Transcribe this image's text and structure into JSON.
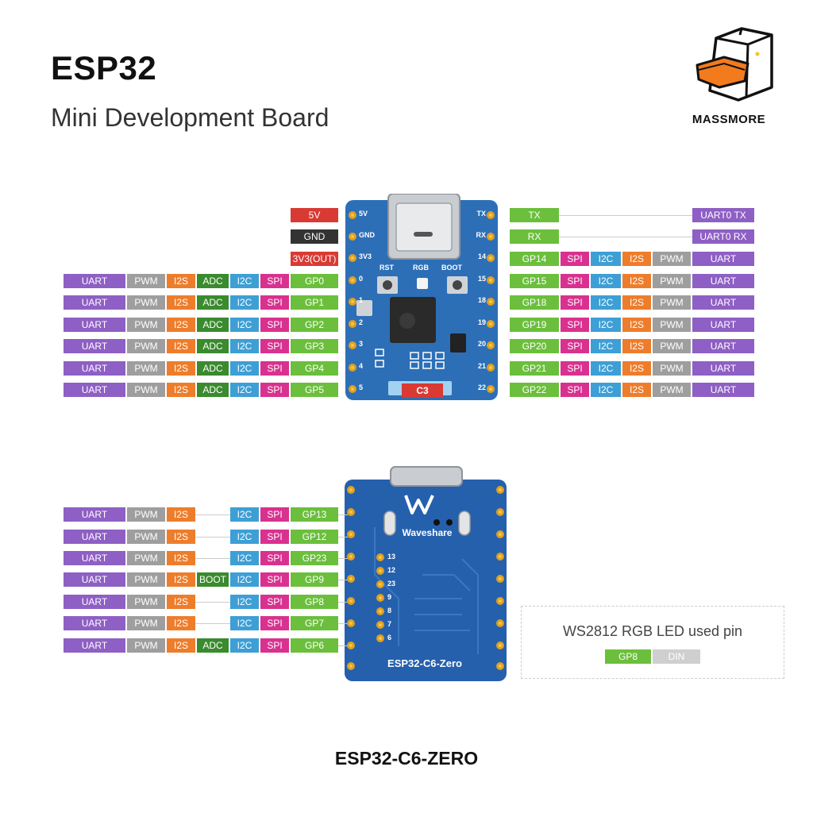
{
  "header": {
    "title": "ESP32",
    "subtitle": "Mini Development Board"
  },
  "logo": {
    "text": "MASSMORE"
  },
  "footer": {
    "text": "ESP32-C6-ZERO"
  },
  "top_board": {
    "power_left": [
      {
        "label": "5V",
        "color": "#d93a33"
      },
      {
        "label": "GND",
        "color": "#333333"
      },
      {
        "label": "3V3(OUT)",
        "color": "#d93a33"
      }
    ],
    "left_rows": [
      [
        "UART",
        "PWM",
        "I2S",
        "ADC",
        "I2C",
        "SPI",
        "GP0"
      ],
      [
        "UART",
        "PWM",
        "I2S",
        "ADC",
        "I2C",
        "SPI",
        "GP1"
      ],
      [
        "UART",
        "PWM",
        "I2S",
        "ADC",
        "I2C",
        "SPI",
        "GP2"
      ],
      [
        "UART",
        "PWM",
        "I2S",
        "ADC",
        "I2C",
        "SPI",
        "GP3"
      ],
      [
        "UART",
        "PWM",
        "I2S",
        "ADC",
        "I2C",
        "SPI",
        "GP4"
      ],
      [
        "UART",
        "PWM",
        "I2S",
        "ADC",
        "I2C",
        "SPI",
        "GP5"
      ]
    ],
    "right_uart": [
      {
        "pin": "TX",
        "func": "UART0 TX"
      },
      {
        "pin": "RX",
        "func": "UART0 RX"
      }
    ],
    "right_rows": [
      [
        "GP14",
        "SPI",
        "I2C",
        "I2S",
        "PWM",
        "UART"
      ],
      [
        "GP15",
        "SPI",
        "I2C",
        "I2S",
        "PWM",
        "UART"
      ],
      [
        "GP18",
        "SPI",
        "I2C",
        "I2S",
        "PWM",
        "UART"
      ],
      [
        "GP19",
        "SPI",
        "I2C",
        "I2S",
        "PWM",
        "UART"
      ],
      [
        "GP20",
        "SPI",
        "I2C",
        "I2S",
        "PWM",
        "UART"
      ],
      [
        "GP21",
        "SPI",
        "I2C",
        "I2S",
        "PWM",
        "UART"
      ],
      [
        "GP22",
        "SPI",
        "I2C",
        "I2S",
        "PWM",
        "UART"
      ]
    ],
    "silkscreen_left": [
      "5V",
      "GND",
      "3V3",
      "0",
      "1",
      "2",
      "3",
      "4",
      "5"
    ],
    "silkscreen_right": [
      "TX",
      "RX",
      "14",
      "15",
      "18",
      "19",
      "20",
      "21",
      "22"
    ],
    "buttons": [
      "RST",
      "RGB",
      "BOOT"
    ],
    "chip_label": "C3"
  },
  "bottom_board": {
    "left_rows": [
      [
        "UART",
        "PWM",
        "I2S",
        "",
        "I2C",
        "SPI",
        "GP13"
      ],
      [
        "UART",
        "PWM",
        "I2S",
        "",
        "I2C",
        "SPI",
        "GP12"
      ],
      [
        "UART",
        "PWM",
        "I2S",
        "",
        "I2C",
        "SPI",
        "GP23"
      ],
      [
        "UART",
        "PWM",
        "I2S",
        "BOOT",
        "I2C",
        "SPI",
        "GP9"
      ],
      [
        "UART",
        "PWM",
        "I2S",
        "",
        "I2C",
        "SPI",
        "GP8"
      ],
      [
        "UART",
        "PWM",
        "I2S",
        "",
        "I2C",
        "SPI",
        "GP7"
      ],
      [
        "UART",
        "PWM",
        "I2S",
        "ADC",
        "I2C",
        "SPI",
        "GP6"
      ]
    ],
    "pad_numbers": [
      "13",
      "12",
      "23",
      "9",
      "8",
      "7",
      "6"
    ],
    "brand": "Waveshare",
    "board_name": "ESP32-C6-Zero"
  },
  "legend": {
    "text": "WS2812 RGB LED used pin",
    "gpio": "GP8",
    "role": "DIN"
  },
  "colors": {
    "uart": "#8e5fc4",
    "pwm": "#9e9e9e",
    "i2s": "#ee7d2b",
    "adc": "#3a8a2e",
    "i2c": "#3d9fd5",
    "spi": "#d9318f",
    "gpio": "#6bbf3c",
    "board": "#2d6fb7",
    "logo_orange": "#f27b1e"
  }
}
